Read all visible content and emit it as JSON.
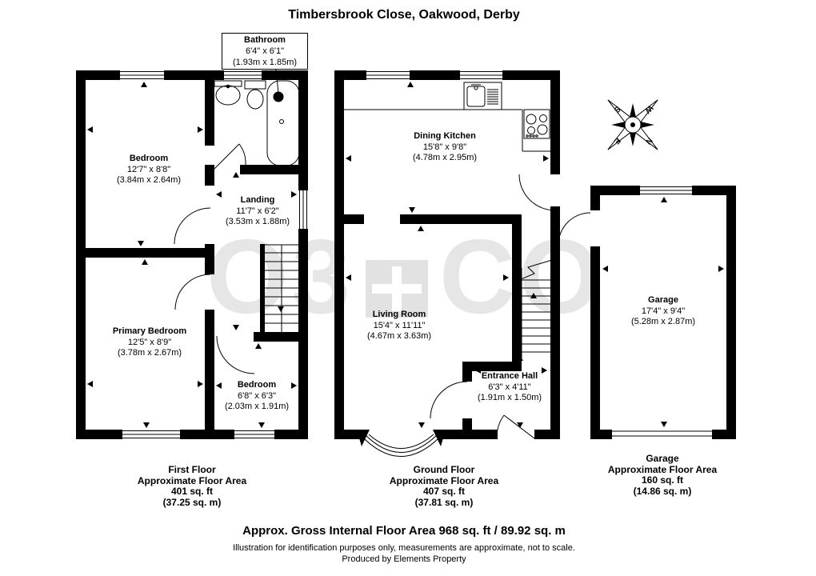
{
  "title": "Timbersbrook Close, Oakwood, Derby",
  "colors": {
    "wall": "#000000",
    "background": "#ffffff",
    "watermark": "#e2e2e2"
  },
  "compass": {
    "n": "N",
    "e": "E",
    "s": "S",
    "w": "W"
  },
  "watermark": {
    "left": "O3",
    "right": "CO"
  },
  "rooms": {
    "bathroom": {
      "name": "Bathroom",
      "imperial": "6'4\" x 6'1\"",
      "metric": "(1.93m x 1.85m)"
    },
    "bedroom1": {
      "name": "Bedroom",
      "imperial": "12'7\" x 8'8\"",
      "metric": "(3.84m x 2.64m)"
    },
    "landing": {
      "name": "Landing",
      "imperial": "11'7\" x 6'2\"",
      "metric": "(3.53m x 1.88m)"
    },
    "primary_bedroom": {
      "name": "Primary Bedroom",
      "imperial": "12'5\" x 8'9\"",
      "metric": "(3.78m x 2.67m)"
    },
    "bedroom2": {
      "name": "Bedroom",
      "imperial": "6'8\" x 6'3\"",
      "metric": "(2.03m x 1.91m)"
    },
    "dining_kitchen": {
      "name": "Dining Kitchen",
      "imperial": "15'8\" x 9'8\"",
      "metric": "(4.78m x 2.95m)"
    },
    "living_room": {
      "name": "Living Room",
      "imperial": "15'4\" x 11'11\"",
      "metric": "(4.67m x 3.63m)"
    },
    "entrance_hall": {
      "name": "Entrance Hall",
      "imperial": "6'3\" x 4'11\"",
      "metric": "(1.91m x 1.50m)"
    },
    "garage": {
      "name": "Garage",
      "imperial": "17'4\" x 9'4\"",
      "metric": "(5.28m x 2.87m)"
    }
  },
  "floors": {
    "first": {
      "name": "First Floor",
      "area_label": "Approximate Floor Area",
      "sqft": "401 sq. ft",
      "sqm": "(37.25 sq. m)"
    },
    "ground": {
      "name": "Ground Floor",
      "area_label": "Approximate Floor Area",
      "sqft": "407 sq. ft",
      "sqm": "(37.81 sq. m)"
    },
    "garage": {
      "name": "Garage",
      "area_label": "Approximate Floor Area",
      "sqft": "160 sq. ft",
      "sqm": "(14.86 sq. m)"
    }
  },
  "footer": {
    "total": "Approx. Gross Internal Floor Area 968 sq. ft / 89.92 sq. m",
    "disclaimer": "Illustration for identification purposes only, measurements are approximate, not to scale.",
    "credit": "Produced by Elements Property"
  }
}
